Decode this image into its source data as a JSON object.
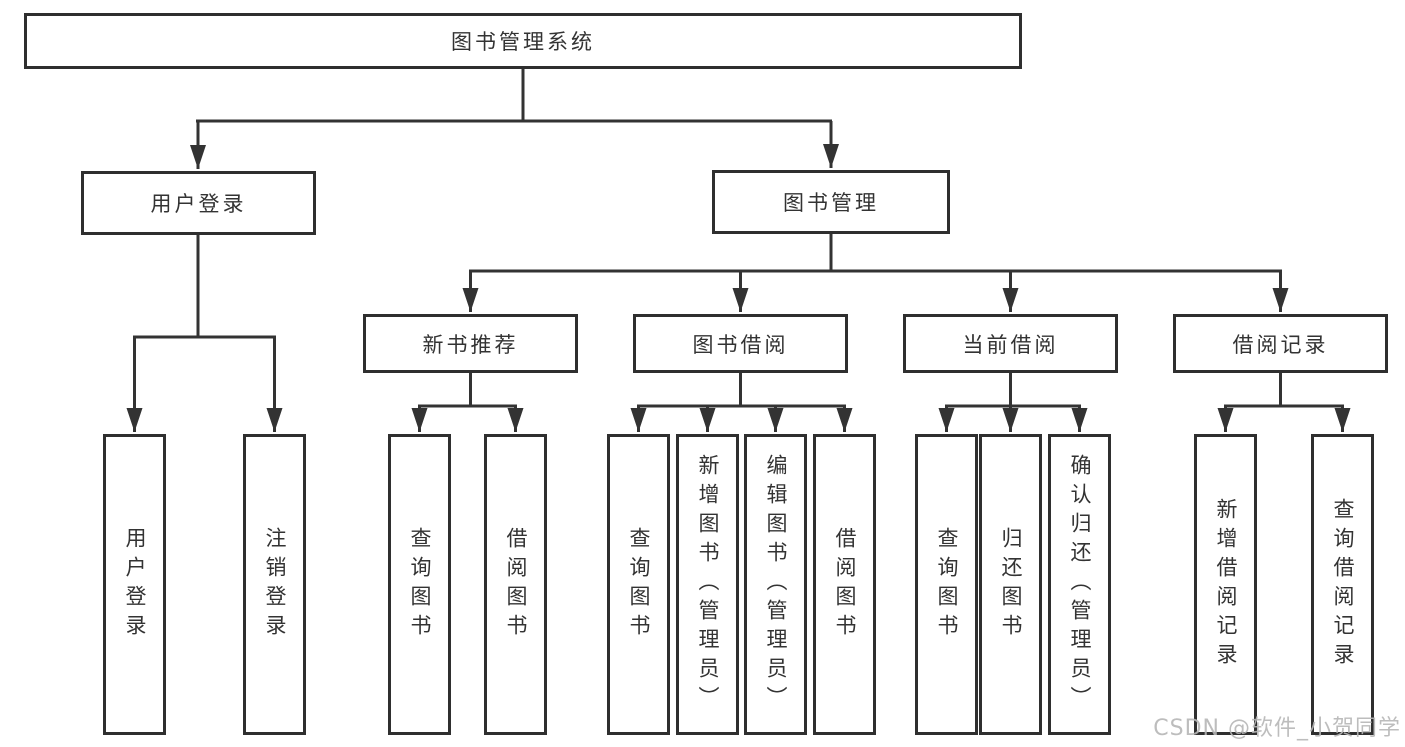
{
  "diagram": {
    "root": "图书管理系统",
    "level2": [
      "用户登录",
      "图书管理"
    ],
    "level3": [
      "新书推荐",
      "图书借阅",
      "当前借阅",
      "借阅记录"
    ],
    "leaves": {
      "user_login": [
        "用户登录",
        "注销登录"
      ],
      "new_book_rec": [
        "查询图书",
        "借阅图书"
      ],
      "book_borrow": [
        "查询图书",
        "新增图书（管理员）",
        "编辑图书（管理员）",
        "借阅图书"
      ],
      "current_borrow": [
        "查询图书",
        "归还图书",
        "确认归还（管理员）"
      ],
      "borrow_record": [
        "新增借阅记录",
        "查询借阅记录"
      ]
    }
  },
  "watermark": "CSDN @软件_小贺同学",
  "colors": {
    "line": "#333333",
    "box_border": "#2f2f2f",
    "text": "#333333",
    "background": "#ffffff",
    "watermark": "#b6b6b6"
  }
}
